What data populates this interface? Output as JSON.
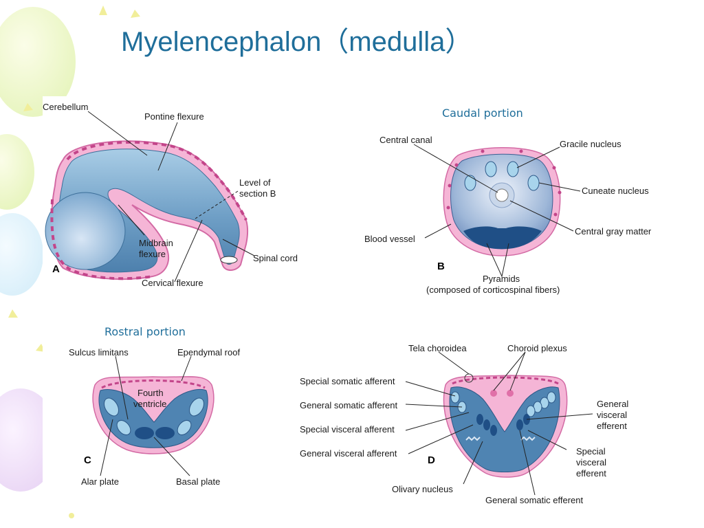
{
  "slide": {
    "title": "Myelencephalon（medulla）"
  },
  "panelA": {
    "letter": "A",
    "labels": {
      "cerebellum": "Cerebellum",
      "pontine_flexure": "Pontine flexure",
      "level_1": "Level of",
      "level_2": "section B",
      "midbrain_1": "Midbrain",
      "midbrain_2": "flexure",
      "spinal_cord": "Spinal cord",
      "cervical_flexure": "Cervical flexure"
    }
  },
  "panelB": {
    "caption": "Caudal portion",
    "letter": "B",
    "labels": {
      "central_canal": "Central canal",
      "gracile": "Gracile nucleus",
      "cuneate": "Cuneate nucleus",
      "central_gray": "Central gray matter",
      "blood_vessel": "Blood vessel",
      "pyramids_1": "Pyramids",
      "pyramids_2": "(composed of corticospinal fibers)"
    }
  },
  "panelC": {
    "caption": "Rostral portion",
    "letter": "C",
    "labels": {
      "sulcus": "Sulcus limitans",
      "ependymal": "Ependymal roof",
      "fourth_1": "Fourth",
      "fourth_2": "ventricle",
      "alar": "Alar plate",
      "basal": "Basal plate"
    }
  },
  "panelD": {
    "letter": "D",
    "labels": {
      "tela": "Tela choroidea",
      "choroid": "Choroid plexus",
      "ssa": "Special somatic afferent",
      "gsa": "General somatic afferent",
      "sva": "Special visceral afferent",
      "gva": "General visceral afferent",
      "gve_1": "General",
      "gve_2": "visceral",
      "gve_3": "efferent",
      "sve_1": "Special",
      "sve_2": "visceral",
      "sve_3": "efferent",
      "olivary": "Olivary nucleus",
      "gse": "General somatic efferent"
    }
  },
  "colors": {
    "title": "#1f6e9a",
    "pink": "#f0a8cc",
    "tissue_blue": "#5f93b8",
    "tissue_light": "#a8cde6",
    "nucleus_dark": "#1f4f86",
    "caption_blue": "#1f6e9a"
  }
}
